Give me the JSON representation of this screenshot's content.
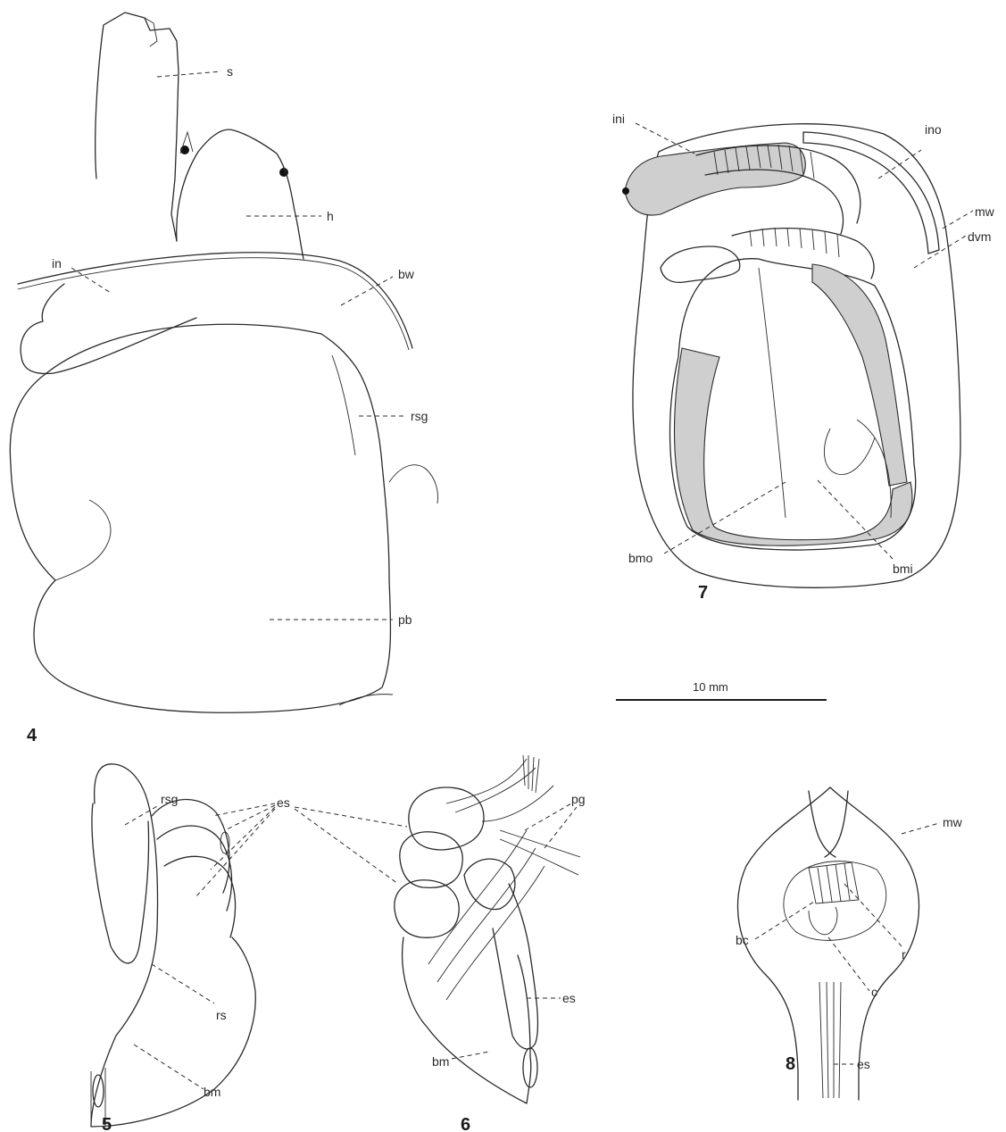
{
  "figures": {
    "fig4": {
      "number": "4",
      "labels": {
        "s": "s",
        "h": "h",
        "in": "in",
        "bw": "bw",
        "rsg": "rsg",
        "pb": "pb"
      }
    },
    "fig5": {
      "number": "5",
      "labels": {
        "rsg": "rsg",
        "rs": "rs",
        "bm": "bm"
      }
    },
    "fig6": {
      "number": "6",
      "labels": {
        "pg": "pg",
        "es": "es",
        "bm": "bm"
      }
    },
    "shared": {
      "es": "es"
    },
    "fig7": {
      "number": "7",
      "labels": {
        "ini": "ini",
        "ino": "ino",
        "mw": "mw",
        "dvm": "dvm",
        "bmo": "bmo",
        "bmi": "bmi"
      }
    },
    "fig8": {
      "number": "8",
      "labels": {
        "mw": "mw",
        "bc": "bc",
        "r": "r",
        "c": "c",
        "es": "es"
      }
    }
  },
  "scale_bar": {
    "label": "10 mm"
  },
  "colors": {
    "ink": "#2a2a2a",
    "stipple": "#cfcfcf",
    "background": "#ffffff"
  }
}
